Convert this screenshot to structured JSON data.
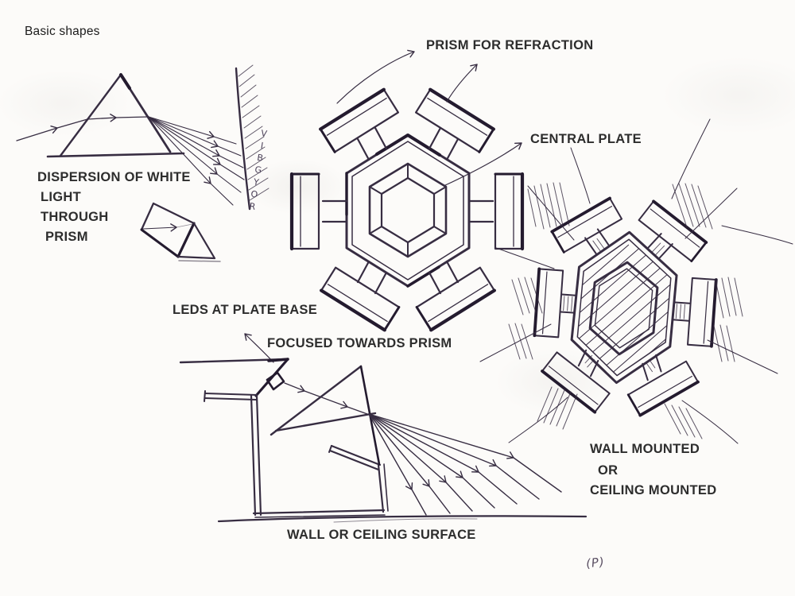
{
  "canvas": {
    "background": "#fcfbf9",
    "ink_color": "#372d42",
    "heavy_ink_color": "#241b2f",
    "text_color": "#2d2d2d"
  },
  "labels": {
    "title": "Basic shapes",
    "prism_for_refraction": "PRISM FOR REFRACTION",
    "central_plate": "CENTRAL PLATE",
    "dispersion": [
      "DISPERSION OF WHITE",
      "LIGHT",
      "THROUGH",
      "PRISM"
    ],
    "vibgyor": "VIBGYOR",
    "leds_at_plate_base": "LEDS AT PLATE BASE",
    "focused_towards_prism": "FOCUSED TOWARDS PRISM",
    "wall_or_ceiling_surface": "WALL OR CEILING SURFACE",
    "mounting": [
      "WALL MOUNTED",
      "OR",
      "CEILING MOUNTED"
    ],
    "signature": "(P)"
  }
}
